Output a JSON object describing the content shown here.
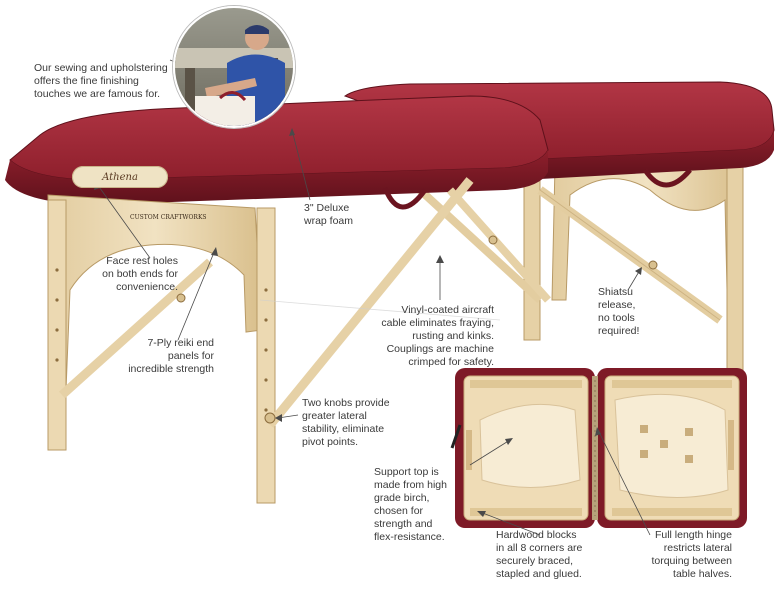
{
  "product": {
    "brand_plate": "Athena",
    "panel_logo": "Custom Craftworks"
  },
  "callouts": {
    "sewing": "Our sewing and upholstering\noffers the fine finishing\ntouches we are famous for.",
    "foam": "3\" Deluxe\nwrap foam",
    "face_rest": "Face rest holes\non both ends for\nconvenience.",
    "reiki": "7-Ply reiki end\npanels for\nincredible strength",
    "cable": "Vinyl-coated aircraft\ncable eliminates fraying,\nrusting and kinks.\nCouplings are machine\ncrimped for safety.",
    "shiatsu": "Shiatsu\nrelease,\nno tools\nrequired!",
    "knobs": "Two knobs provide\ngreater lateral\nstability, eliminate\npivot points.",
    "support_top": "Support top is\nmade from high\ngrade birch,\nchosen for\nstrength and\nflex-resistance.",
    "hardwood": "Hardwood blocks\nin all 8 corners are\nsecurely braced,\nstapled and glued.",
    "hinge": "Full length hinge\nrestricts lateral\ntorquing between\ntable halves."
  },
  "colors": {
    "upholstery": "#8e1f2c",
    "upholstery_dark": "#6b1420",
    "upholstery_light": "#b23645",
    "wood": "#ead7b0",
    "wood_dark": "#c9ad7c",
    "background": "#ffffff"
  }
}
